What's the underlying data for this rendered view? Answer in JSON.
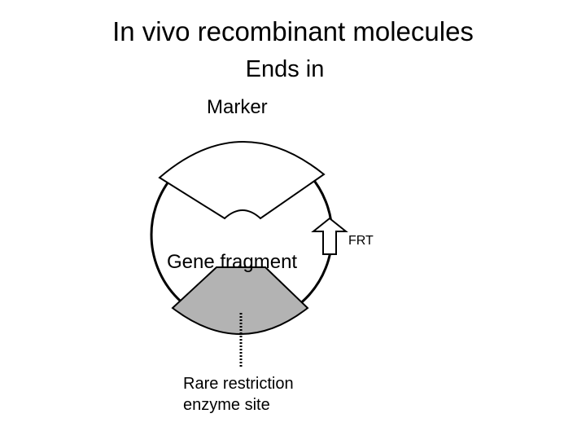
{
  "slide": {
    "title": "In vivo recombinant molecules",
    "subtitle": "Ends in"
  },
  "labels": {
    "marker": "Marker",
    "gene_fragment": "Gene fragment",
    "frt": "FRT",
    "rare_site_line1": "Rare restriction",
    "rare_site_line2": "enzyme site"
  },
  "colors": {
    "outline": "#000000",
    "gene_fragment_fill": "#b3b3b3",
    "background": "#ffffff"
  }
}
